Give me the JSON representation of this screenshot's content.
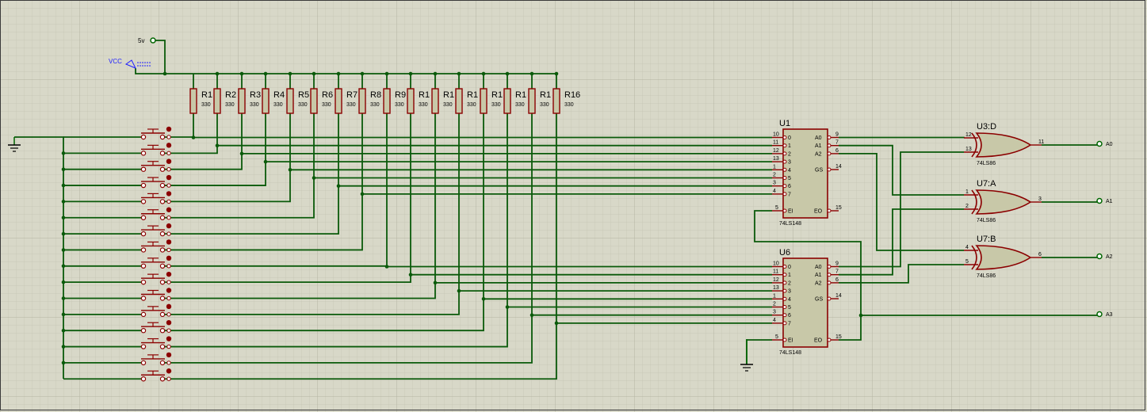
{
  "power": {
    "supply_label": "5v",
    "vcc_label": "VCC"
  },
  "resistors": [
    {
      "ref": "R1",
      "value": "330"
    },
    {
      "ref": "R2",
      "value": "330"
    },
    {
      "ref": "R3",
      "value": "330"
    },
    {
      "ref": "R4",
      "value": "330"
    },
    {
      "ref": "R5",
      "value": "330"
    },
    {
      "ref": "R6",
      "value": "330"
    },
    {
      "ref": "R7",
      "value": "330"
    },
    {
      "ref": "R8",
      "value": "330"
    },
    {
      "ref": "R9",
      "value": "330"
    },
    {
      "ref": "R1",
      "value": "330"
    },
    {
      "ref": "R1",
      "value": "330"
    },
    {
      "ref": "R1",
      "value": "330"
    },
    {
      "ref": "R1",
      "value": "330"
    },
    {
      "ref": "R1",
      "value": "330"
    },
    {
      "ref": "R1",
      "value": "330"
    },
    {
      "ref": "R16",
      "value": "330"
    }
  ],
  "encoders": [
    {
      "ref": "U1",
      "part": "74LS148",
      "inputs": [
        {
          "pin": "10",
          "name": "0"
        },
        {
          "pin": "11",
          "name": "1"
        },
        {
          "pin": "12",
          "name": "2"
        },
        {
          "pin": "13",
          "name": "3"
        },
        {
          "pin": "1",
          "name": "4"
        },
        {
          "pin": "2",
          "name": "5"
        },
        {
          "pin": "3",
          "name": "6"
        },
        {
          "pin": "4",
          "name": "7"
        }
      ],
      "ei": {
        "pin": "5",
        "name": "EI"
      },
      "outputs": [
        {
          "pin": "9",
          "name": "A0"
        },
        {
          "pin": "7",
          "name": "A1"
        },
        {
          "pin": "6",
          "name": "A2"
        }
      ],
      "gs": {
        "pin": "14",
        "name": "GS"
      },
      "eo": {
        "pin": "15",
        "name": "EO"
      }
    },
    {
      "ref": "U6",
      "part": "74LS148",
      "inputs": [
        {
          "pin": "10",
          "name": "0"
        },
        {
          "pin": "11",
          "name": "1"
        },
        {
          "pin": "12",
          "name": "2"
        },
        {
          "pin": "13",
          "name": "3"
        },
        {
          "pin": "1",
          "name": "4"
        },
        {
          "pin": "2",
          "name": "5"
        },
        {
          "pin": "3",
          "name": "6"
        },
        {
          "pin": "4",
          "name": "7"
        }
      ],
      "ei": {
        "pin": "5",
        "name": "EI"
      },
      "outputs": [
        {
          "pin": "9",
          "name": "A0"
        },
        {
          "pin": "7",
          "name": "A1"
        },
        {
          "pin": "6",
          "name": "A2"
        }
      ],
      "gs": {
        "pin": "14",
        "name": "GS"
      },
      "eo": {
        "pin": "15",
        "name": "EO"
      }
    }
  ],
  "gates": [
    {
      "ref": "U3:D",
      "part": "74LS86",
      "in_pins": [
        "12",
        "13"
      ],
      "out_pin": "11"
    },
    {
      "ref": "U7:A",
      "part": "74LS86",
      "in_pins": [
        "1",
        "2"
      ],
      "out_pin": "3"
    },
    {
      "ref": "U7:B",
      "part": "74LS86",
      "in_pins": [
        "4",
        "5"
      ],
      "out_pin": "6"
    }
  ],
  "outputs": [
    "A0",
    "A1",
    "A2",
    "A3"
  ],
  "switch_count": 16
}
